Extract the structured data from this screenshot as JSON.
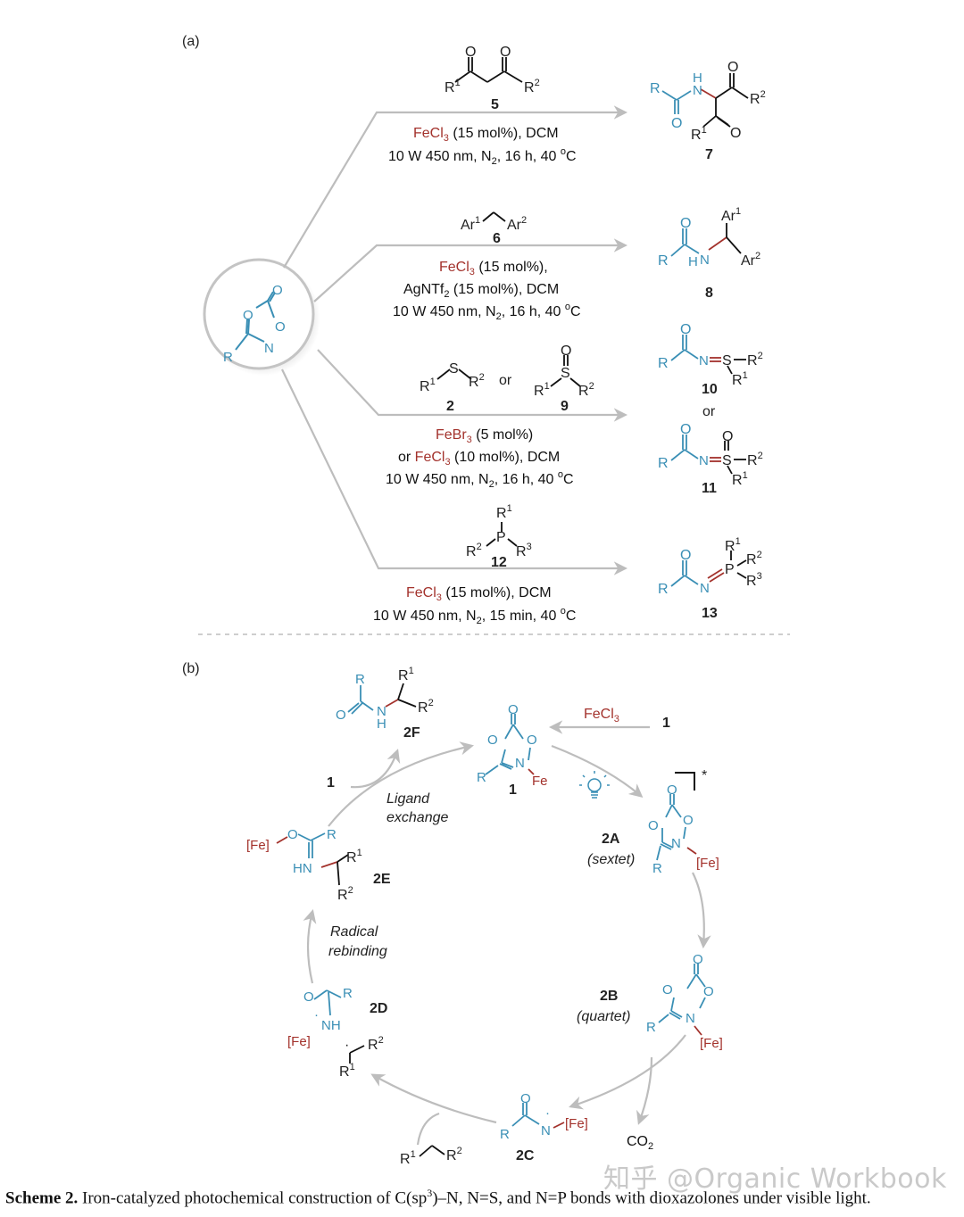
{
  "panels": {
    "a": "(a)",
    "b": "(b)"
  },
  "colors": {
    "reagent_red": "#a3322c",
    "product_blue": "#3a8fb5",
    "arrow_gray": "#bdbdbd",
    "text": "#111111"
  },
  "panel_a": {
    "start_ring": {
      "O_top": "O",
      "O_ring": "O",
      "O_right": "O",
      "N": "N",
      "R": "R"
    },
    "route_ketone": {
      "substrate_labels": [
        "O",
        "O",
        "R",
        "1",
        "R",
        "2"
      ],
      "substrate_id": "5",
      "catalyst": "FeCl",
      "catalyst_sub": "3",
      "line1_rest": " (15 mol%), DCM",
      "line2": "10 W 450 nm, N",
      "line2_sub": "2",
      "line2_rest": ", 16 h, 40 ",
      "line2_sup": "o",
      "line2_end": "C",
      "product_id": "7"
    },
    "route_benzylic": {
      "substrate": [
        "Ar",
        "1",
        "Ar",
        "2"
      ],
      "substrate_id": "6",
      "catalyst": "FeCl",
      "catalyst_sub": "3",
      "line1_rest": " (15 mol%),",
      "line2": "AgNTf",
      "line2_sub": "2",
      "line2_rest": " (15 mol%), DCM",
      "line3": "10 W 450 nm, N",
      "line3_sub": "2",
      "line3_rest": ", 16 h, 40 ",
      "line3_sup": "o",
      "line3_end": "C",
      "product_id": "8"
    },
    "route_sulfur": {
      "substrate_2_id": "2",
      "or": "or",
      "substrate_9_id": "9",
      "catalyst_1": "FeBr",
      "catalyst_1_sub": "3",
      "catalyst_1_rest": " (5 mol%)",
      "or_prefix": "or ",
      "catalyst_2": "FeCl",
      "catalyst_2_sub": "3",
      "catalyst_2_rest": " (10 mol%),  DCM",
      "line3": "10 W 450 nm, N",
      "line3_sub": "2",
      "line3_rest": ", 16 h, 40 ",
      "line3_sup": "o",
      "line3_end": "C",
      "product_10_id": "10",
      "product_or": "or",
      "product_11_id": "11"
    },
    "route_phosphine": {
      "substrate_id": "12",
      "catalyst": "FeCl",
      "catalyst_sub": "3",
      "line1_rest": " (15 mol%), DCM",
      "line2": "10 W 450 nm, N",
      "line2_sub": "2",
      "line2_rest": ", 15 min, 40 ",
      "line2_sup": "o",
      "line2_end": "C",
      "product_id": "13"
    }
  },
  "panel_b": {
    "entry": {
      "reagent": "FeCl",
      "reagent_sub": "3",
      "substrate_id": "1"
    },
    "cycle": {
      "c1": {
        "id": "1",
        "metal": "Fe"
      },
      "c2A": {
        "id": "2A",
        "state": "(sextet)",
        "excited": "*",
        "metal": "[Fe]"
      },
      "c2B": {
        "id": "2B",
        "state": "(quartet)",
        "metal": "[Fe]"
      },
      "c2C": {
        "id": "2C",
        "metal": "[Fe]",
        "byproduct": "CO",
        "byproduct_sub": "2"
      },
      "c2D": {
        "id": "2D",
        "metal": "[Fe]"
      },
      "c2E": {
        "id": "2E",
        "metal": "[Fe]"
      },
      "c2F": {
        "id": "2F"
      },
      "incoming_1": "1"
    },
    "steps": {
      "ligand_exchange_1": "Ligand",
      "ligand_exchange_2": "exchange",
      "radical_rebinding_1": "Radical",
      "radical_rebinding_2": "rebinding"
    }
  },
  "caption": {
    "label": "Scheme 2.",
    "text_1": " Iron-catalyzed photochemical construction of C(sp",
    "text_sup": "3",
    "text_2": ")–N, N=S, and N=P bonds with dioxazolones under visible light."
  },
  "watermark": "知乎 @Organic Workbook"
}
